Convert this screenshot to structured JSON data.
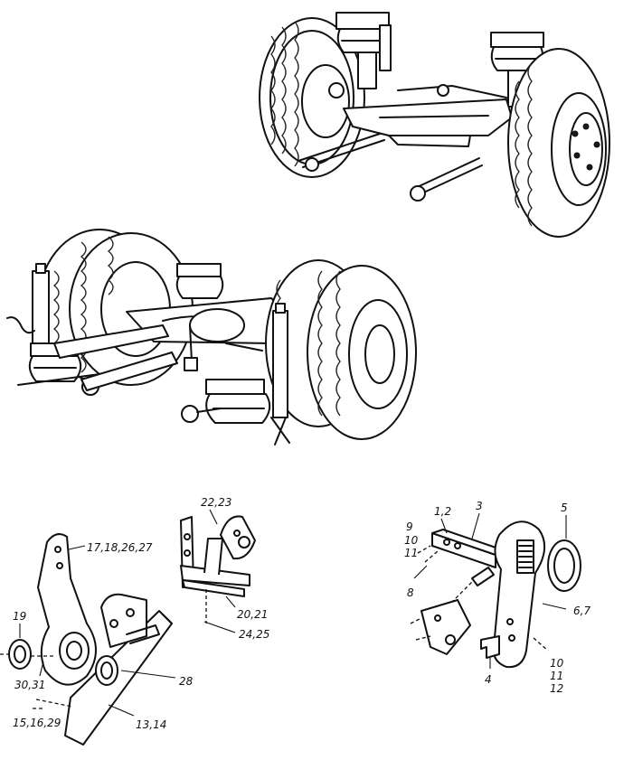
{
  "labels": {
    "l_22_23": "22,23",
    "l_17_18": "17,18,26,27",
    "l_19": "19",
    "l_30_31": "30,31",
    "l_28": "28",
    "l_15_16": "15,16,29",
    "l_13_14": "13,14",
    "l_20_21": "20,21",
    "l_24_25": "24,25",
    "l_1_2": "1,2",
    "l_3": "3",
    "l_5": "5",
    "l_9": "9",
    "l_10a": "10",
    "l_11a": "11",
    "l_8": "8",
    "l_6_7": "6,7",
    "l_4": "4",
    "l_10b": "10",
    "l_11b": "11",
    "l_12": "12"
  }
}
